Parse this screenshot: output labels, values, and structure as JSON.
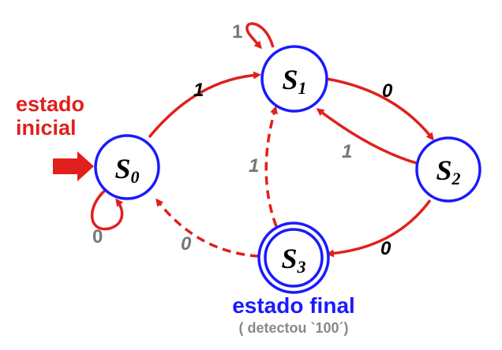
{
  "states": {
    "s0": {
      "name": "S",
      "sub": "0"
    },
    "s1": {
      "name": "S",
      "sub": "1"
    },
    "s2": {
      "name": "S",
      "sub": "2"
    },
    "s3": {
      "name": "S",
      "sub": "3"
    }
  },
  "transitions": {
    "s0_s1": "1",
    "s1_s1": "1",
    "s1_s2": "0",
    "s2_s1": "1",
    "s2_s3": "0",
    "s3_s1": "1",
    "s3_s0": "0",
    "s0_s0": "0"
  },
  "captions": {
    "initial_line1": "estado",
    "initial_line2": "inicial",
    "final": "estado final",
    "final_note": "( detectou `100´)"
  },
  "colors": {
    "state_stroke": "#1a1aff",
    "edge": "#e0201c",
    "gray_label": "#777777"
  }
}
